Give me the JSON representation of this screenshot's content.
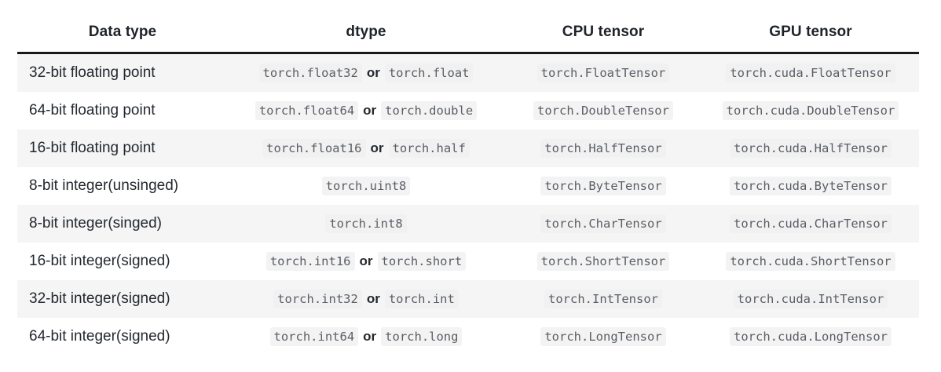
{
  "table": {
    "headers": [
      {
        "key": "datatype",
        "label": "Data type"
      },
      {
        "key": "dtype",
        "label": "dtype"
      },
      {
        "key": "cpu",
        "label": "CPU tensor"
      },
      {
        "key": "gpu",
        "label": "GPU tensor"
      }
    ],
    "or_label": "or",
    "rows": [
      {
        "datatype": "32-bit floating point",
        "dtype_primary": "torch.float32",
        "dtype_alias": "torch.float",
        "cpu": "torch.FloatTensor",
        "gpu": "torch.cuda.FloatTensor"
      },
      {
        "datatype": "64-bit floating point",
        "dtype_primary": "torch.float64",
        "dtype_alias": "torch.double",
        "cpu": "torch.DoubleTensor",
        "gpu": "torch.cuda.DoubleTensor"
      },
      {
        "datatype": "16-bit floating point",
        "dtype_primary": "torch.float16",
        "dtype_alias": "torch.half",
        "cpu": "torch.HalfTensor",
        "gpu": "torch.cuda.HalfTensor"
      },
      {
        "datatype": "8-bit integer(unsinged)",
        "dtype_primary": "torch.uint8",
        "dtype_alias": "",
        "cpu": "torch.ByteTensor",
        "gpu": "torch.cuda.ByteTensor"
      },
      {
        "datatype": "8-bit integer(singed)",
        "dtype_primary": "torch.int8",
        "dtype_alias": "",
        "cpu": "torch.CharTensor",
        "gpu": "torch.cuda.CharTensor"
      },
      {
        "datatype": "16-bit integer(signed)",
        "dtype_primary": "torch.int16",
        "dtype_alias": "torch.short",
        "cpu": "torch.ShortTensor",
        "gpu": "torch.cuda.ShortTensor"
      },
      {
        "datatype": "32-bit integer(signed)",
        "dtype_primary": "torch.int32",
        "dtype_alias": "torch.int",
        "cpu": "torch.IntTensor",
        "gpu": "torch.cuda.IntTensor"
      },
      {
        "datatype": "64-bit integer(signed)",
        "dtype_primary": "torch.int64",
        "dtype_alias": "torch.long",
        "cpu": "torch.LongTensor",
        "gpu": "torch.cuda.LongTensor"
      }
    ]
  },
  "colors": {
    "page_background": "#ffffff",
    "row_stripe": "#f5f5f5",
    "header_rule": "#1a1a1a",
    "header_text": "#1f2328",
    "body_text": "#24292f",
    "code_text": "#5a5f66",
    "code_background": "#f3f3f3"
  }
}
